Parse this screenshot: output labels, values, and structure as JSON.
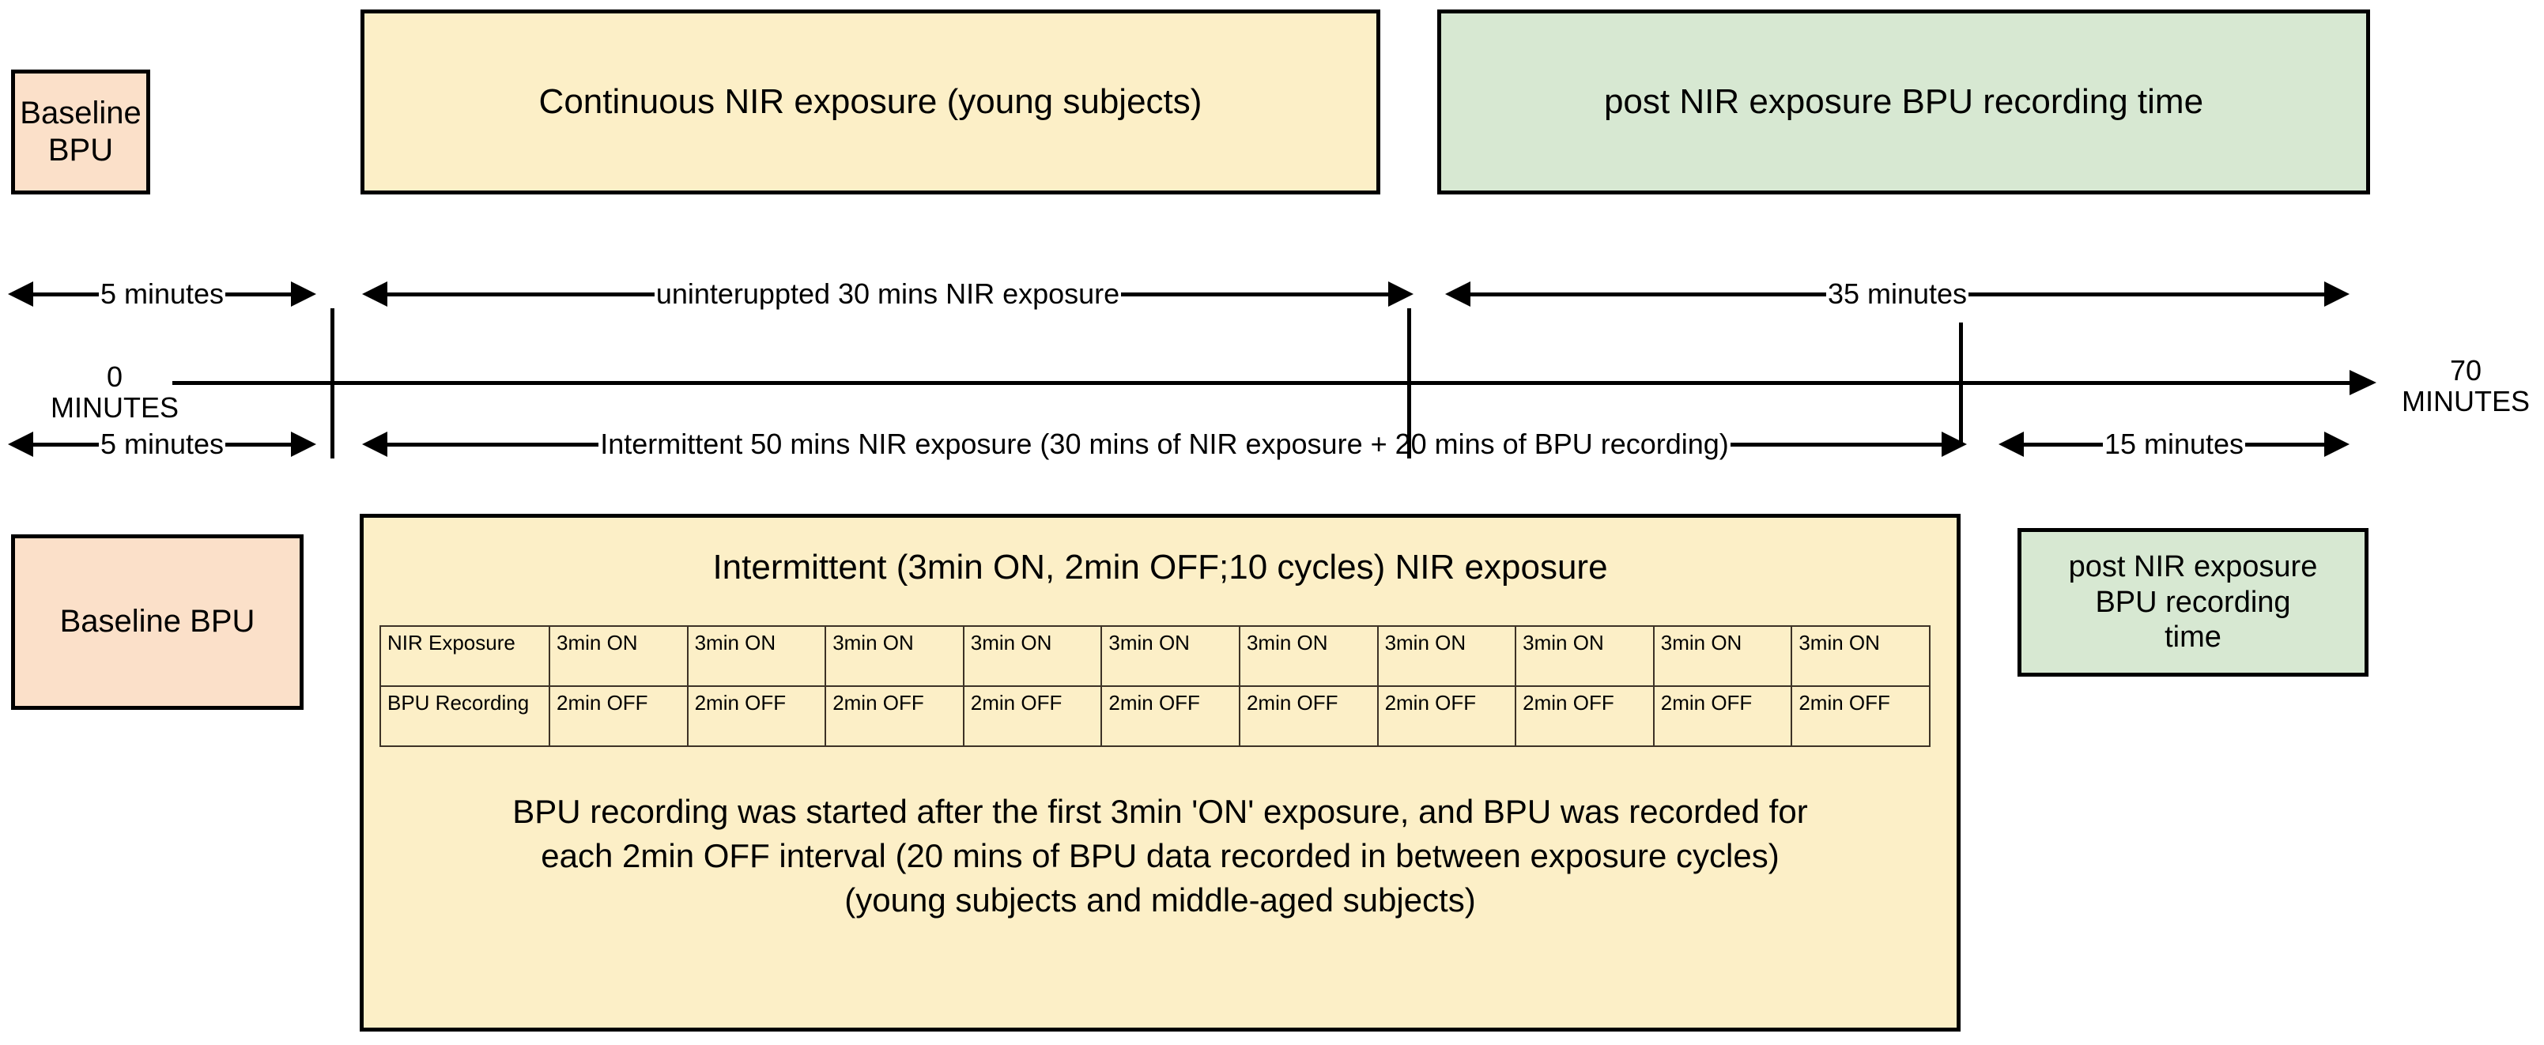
{
  "top_row": {
    "baseline_label": "Baseline BPU",
    "continuous_label": "Continuous NIR exposure (young subjects)",
    "post_label": "post NIR exposure BPU recording time"
  },
  "timeline": {
    "start_label_value": "0",
    "start_label_unit": "MINUTES",
    "end_label_value": "70",
    "end_label_unit": "MINUTES",
    "upper_measures": [
      {
        "label": "5 minutes"
      },
      {
        "label": "uninteruppted 30 mins NIR exposure"
      },
      {
        "label": "35 minutes"
      }
    ],
    "lower_measures": [
      {
        "label": "5 minutes"
      },
      {
        "label": "Intermittent 50 mins NIR exposure (30 mins of NIR exposure + 20 mins of BPU recording)"
      },
      {
        "label": "15 minutes"
      }
    ]
  },
  "bottom_row": {
    "baseline_label": "Baseline BPU",
    "post_line1": "post NIR exposure",
    "post_line2": "BPU recording",
    "post_line3": "time",
    "intermittent_title": "Intermittent (3min ON, 2min OFF;10 cycles) NIR exposure",
    "caption_line1": "BPU recording was started after the first 3min 'ON' exposure, and BPU was recorded for",
    "caption_line2": "each 2min OFF interval (20 mins of BPU data recorded in between exposure cycles)",
    "caption_line3": "(young subjects and middle-aged subjects)",
    "table": {
      "row_labels": [
        "NIR Exposure",
        "BPU Recording"
      ],
      "nir_cells": [
        "3min ON",
        "3min ON",
        "3min ON",
        "3min ON",
        "3min ON",
        "3min ON",
        "3min ON",
        "3min ON",
        "3min ON",
        "3min ON"
      ],
      "bpu_cells": [
        "2min OFF",
        "2min OFF",
        "2min OFF",
        "2min OFF",
        "2min OFF",
        "2min OFF",
        "2min OFF",
        "2min OFF",
        "2min OFF",
        "2min OFF"
      ]
    }
  },
  "colors": {
    "baseline_fill": "#FBE0C9",
    "exposure_fill": "#FCEFC7",
    "post_fill": "#D7E8D2",
    "stroke": "#000000"
  }
}
